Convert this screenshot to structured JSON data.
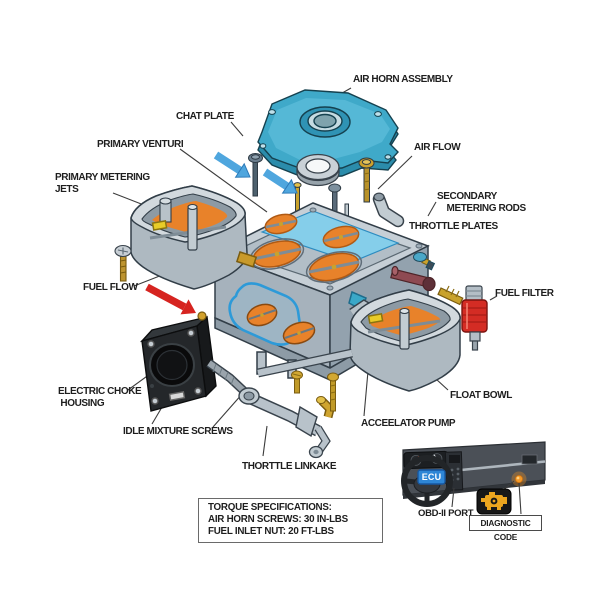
{
  "diagram": {
    "title_context": "Carburetor exploded-parts diagram",
    "labels": {
      "air_horn_assembly": "AIR HORN ASSEMBLY",
      "chat_plate": "CHAT PLATE",
      "primary_venturi": "PRIMARY VENTURI",
      "primary_metering_jets": "PRIMARY METERING\nJETS",
      "air_flow": "AIR FLOW",
      "secondary_metering_rods": "SECONDARY\n    METERING RODS",
      "throttle_plates": "THROTTLE PLATES",
      "fuel_flow": "FUEL FLOW",
      "fuel_filter": "FUEL FILTER",
      "electric_choke_housing": "ELECTRIC CHOKE\n HOUSING",
      "idle_mixture_screws": "IDLE MIXTURE SCREWS",
      "float_bowl": "FLOAT BOWL",
      "accelerator_pump": "ACCEELATOR PUMP",
      "throttle_linkage": "THORTTLE LINKAKE"
    },
    "torque_box": {
      "line1": "TORQUE SPECIFICATIONS:",
      "line2": "AIR HORN SCREWS: 30 IN-LBS",
      "line3": "FUEL INLET NUT: 20 FT-LBS"
    },
    "inset": {
      "ecu_label": "ECU",
      "obd_port_label": "OBD-II PORT",
      "diagnostic_code_label": "DIAGNOSTIC CODE"
    },
    "icons": {
      "check_engine_icon": "amber engine silhouette on black rounded square",
      "air_flow_arrow_icon": "blue arrow pointing down-right",
      "fuel_flow_arrow_icon": "red arrow pointing down-right"
    },
    "colors": {
      "air_horn_teal": "#3fa9c9",
      "body_gray": "#c6cfd6",
      "fuel_orange": "#e8822a",
      "gasket_blue": "#2d9ad8",
      "fuel_filter_red": "#d42c24",
      "brass_gold": "#c9a22c",
      "choke_black": "#222527",
      "air_flow_arrow_blue": "#4fa6de",
      "fuel_flow_arrow_red": "#d62420",
      "ecu_badge_blue": "#2e86d6",
      "warning_amber": "#f09020",
      "label_text": "#1e1e1e"
    }
  }
}
